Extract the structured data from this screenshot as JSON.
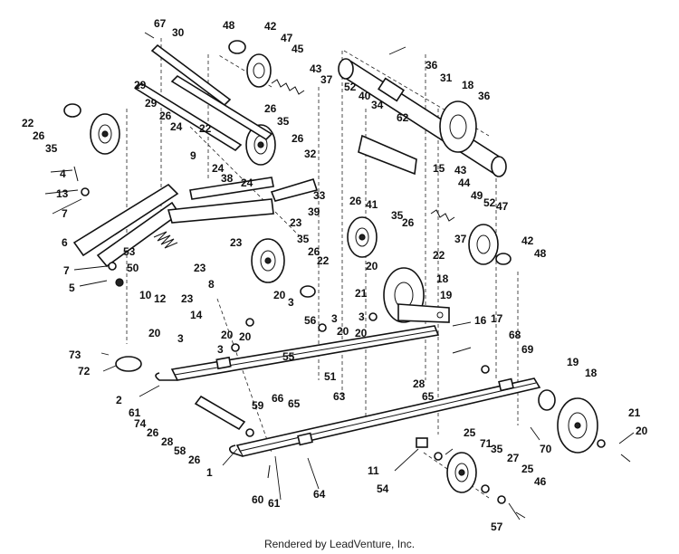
{
  "footer": "Rendered by LeadVenture, Inc.",
  "labels": [
    "67",
    "30",
    "48",
    "42",
    "47",
    "45",
    "29",
    "43",
    "37",
    "36",
    "31",
    "18",
    "36",
    "22",
    "26",
    "35",
    "29",
    "26",
    "24",
    "22",
    "26",
    "35",
    "52",
    "40",
    "34",
    "62",
    "26",
    "32",
    "4",
    "13",
    "7",
    "9",
    "24",
    "38",
    "24",
    "33",
    "15",
    "43",
    "44",
    "49",
    "52",
    "41",
    "26",
    "35",
    "47",
    "6",
    "53",
    "50",
    "23",
    "39",
    "26",
    "23",
    "35",
    "26",
    "37",
    "42",
    "48",
    "7",
    "5",
    "10",
    "12",
    "23",
    "8",
    "22",
    "20",
    "21",
    "22",
    "18",
    "19",
    "23",
    "14",
    "20",
    "3",
    "56",
    "3",
    "3",
    "20",
    "20",
    "20",
    "16",
    "17",
    "73",
    "72",
    "20",
    "3",
    "3",
    "20",
    "55",
    "51",
    "68",
    "69",
    "2",
    "61",
    "74",
    "26",
    "28",
    "58",
    "26",
    "1",
    "59",
    "66",
    "65",
    "28",
    "65",
    "63",
    "19",
    "18",
    "21",
    "20",
    "25",
    "71",
    "35",
    "27",
    "25",
    "11",
    "54",
    "64",
    "46",
    "57",
    "60",
    "61",
    "70"
  ]
}
